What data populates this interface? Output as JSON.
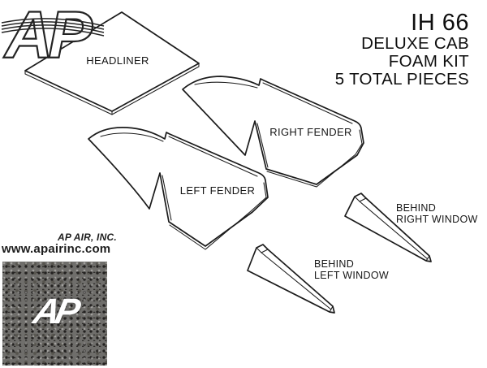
{
  "title": {
    "model": "IH 66",
    "line2": "DELUXE CAB",
    "line3": "FOAM KIT",
    "line4": "5 TOTAL PIECES"
  },
  "pieces": {
    "headliner": {
      "label": "HEADLINER"
    },
    "right_fender": {
      "label": "RIGHT FENDER"
    },
    "left_fender": {
      "label": "LEFT FENDER"
    },
    "behind_right_window": {
      "line1": "BEHIND",
      "line2": "RIGHT WINDOW"
    },
    "behind_left_window": {
      "line1": "BEHIND",
      "line2": "LEFT WINDOW"
    }
  },
  "branding": {
    "logo_text": "AP",
    "company": "AP AIR, INC.",
    "website": "www.apairinc.com",
    "swatch_logo_text": "AP"
  },
  "colors": {
    "line": "#1b1b1b",
    "background": "#ffffff",
    "swatch_base": "#6f6e6b"
  }
}
